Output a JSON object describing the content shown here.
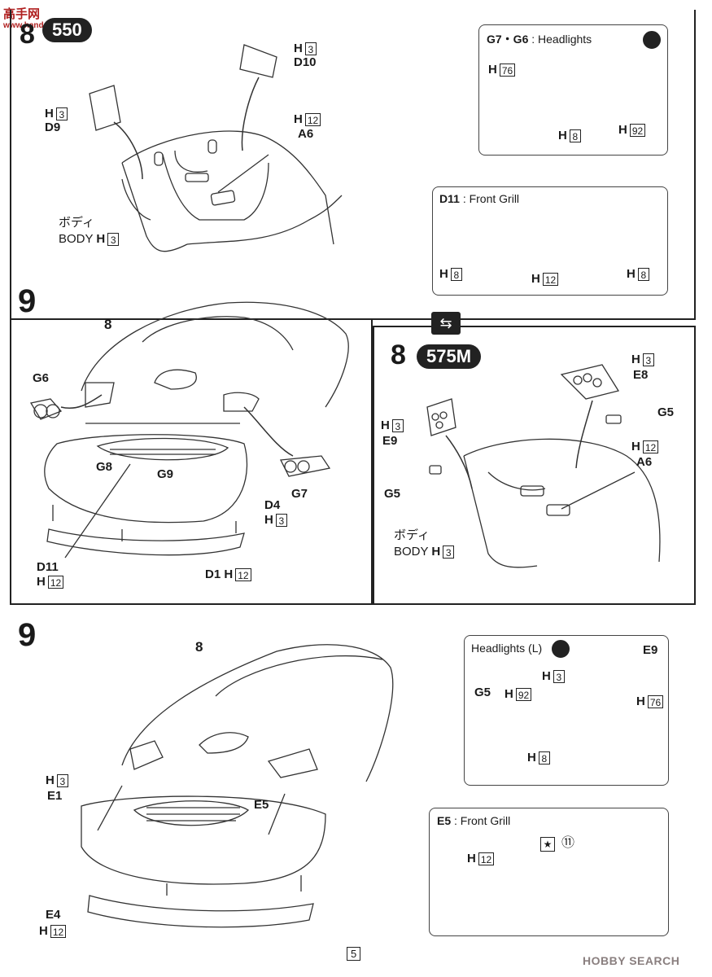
{
  "watermark": {
    "top": "高手网",
    "url": "www.hand-shop.net"
  },
  "step8_550": {
    "num": "8",
    "badge": "550",
    "labels": {
      "d10": "D10",
      "d9": "D9",
      "a6": "A6",
      "body_jp": "ボディ",
      "body_en": "BODY"
    },
    "h": {
      "d10": "3",
      "d9": "3",
      "a6": "12",
      "body": "3"
    }
  },
  "headlights_box": {
    "title_parts": "G7・G6",
    "title_text": ": Headlights",
    "h": {
      "a": "76",
      "b": "8",
      "c": "92"
    }
  },
  "grill_d11_box": {
    "title_part": "D11",
    "title_text": ": Front Grill",
    "h": {
      "left": "8",
      "mid": "12",
      "right": "8"
    }
  },
  "step9_550": {
    "num": "9",
    "labels": {
      "part8": "8",
      "g6": "G6",
      "g8": "G8",
      "g9": "G9",
      "g7": "G7",
      "d4": "D4",
      "d11": "D11",
      "d1": "D1"
    },
    "h": {
      "d4": "3",
      "d11": "12",
      "d1": "12"
    }
  },
  "step8_575": {
    "num": "8",
    "badge": "575M",
    "labels": {
      "e8": "E8",
      "e9": "E9",
      "g5a": "G5",
      "g5b": "G5",
      "a6": "A6",
      "body_jp": "ボディ",
      "body_en": "BODY"
    },
    "h": {
      "e8": "3",
      "e9": "3",
      "a6": "12",
      "body": "3"
    }
  },
  "step9_575": {
    "num": "9",
    "labels": {
      "part8": "8",
      "e1": "E1",
      "e5": "E5",
      "e4": "E4"
    },
    "h": {
      "e1": "3",
      "e4": "12"
    }
  },
  "headlights_l_box": {
    "title": "Headlights (L)",
    "labels": {
      "e9": "E9",
      "g5": "G5"
    },
    "h": {
      "e9_body": "3",
      "e9_lens": "76",
      "g5": "92",
      "housing": "8"
    }
  },
  "grill_e5_box": {
    "title_part": "E5",
    "title_text": ": Front Grill",
    "h": "12",
    "decal_no": "⑪"
  },
  "footer": {
    "page": "5",
    "brand": "HOBBY SEARCH"
  }
}
